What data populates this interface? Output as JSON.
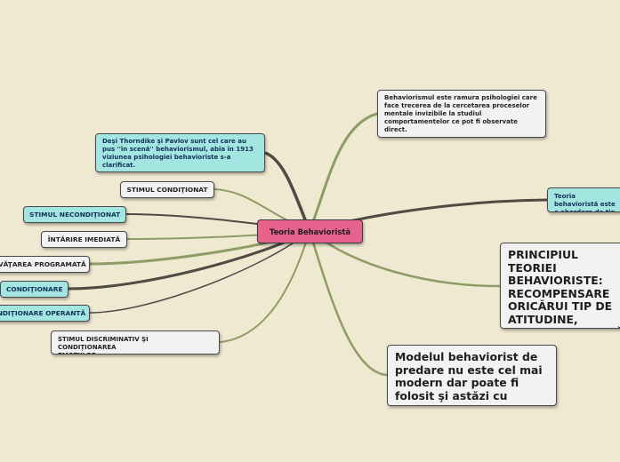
{
  "central": {
    "label": "Teoria Behavioristă"
  },
  "nodes": {
    "definition": "Behaviorismul este ramura psihologiei care face trecerea de la cercetarea proceselor mentale invizibile la studiul comportamentelor ce pot fi observate direct.",
    "thorndike_pavlov": "Deşi Thorndike şi Pavlov sunt cel care au pus ''în scenă'' behaviorismul, abia în 1913 viziunea psihologiei behavioriste s-a clarificat.",
    "stimul_conditionat": "STIMUL CONDIŢIONAT",
    "stimul_neconditionat": "STIMUL NECONDIŢIONAT",
    "intarire_imediata": "ÎNTĂRIRE IMEDIATĂ",
    "invatarea_programata": "ÎNVĂŢAREA PROGRAMATĂ",
    "conditionare": "CONDIŢIONARE",
    "conditionare_operanta": "CONDIŢIONARE OPERANTĂ",
    "stimul_discriminativ": "STIMUL DISCRIMINATIV ŞI CONDIŢIONAREA EMOŢIILOR",
    "teoria_abordare": "Teoria behavioristă este o abordare de tip asociaţionist",
    "principiul": "PRINCIPIUL TEORIEI BEHAVIORISTE: RECOMPENSARE ORICĂRUI TIP DE ATITUDINE, ACŢIUNE POZITIVĂ A ELEVULUI",
    "modelul": "Modelul behaviorist de predare nu este cel mai modern dar poate fi folosit şi astăzi cu succes."
  },
  "colors": {
    "background": "#f0e9d2",
    "central_fill": "#e8628e",
    "teal_fill": "#a3e5e0",
    "plain_fill": "#f2f2f2",
    "branch_green": "#8e9c66",
    "branch_dark": "#4e4a44"
  }
}
